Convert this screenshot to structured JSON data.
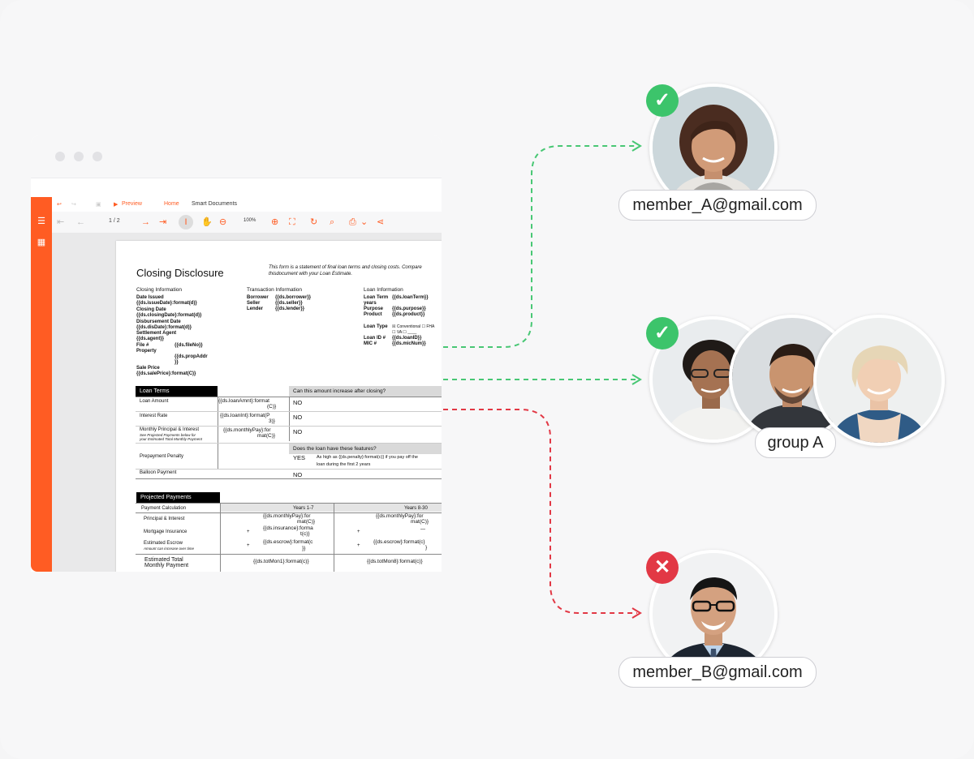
{
  "toolbar": {
    "menu": [
      "Preview",
      "Home",
      "Smart Documents"
    ],
    "page_indicator": "1 / 2",
    "zoom": "100%"
  },
  "document": {
    "title": "Closing Disclosure",
    "intro": [
      "This form is a statement of final loan terms and closing costs. Compare",
      "thisdocument with your Loan Estimate."
    ],
    "closing_info": {
      "heading": "Closing Information",
      "lines": [
        {
          "label": "Date Issued",
          "value": "{{ds.issueDate}:format(d)}"
        },
        {
          "label": "Closing Date",
          "value": "{{ds.closingDate}:format(d)}"
        },
        {
          "label": "Disbursement Date",
          "value": "{{ds.disDate}:format(d)}"
        },
        {
          "label": "Settlement Agent",
          "value": "{{ds.agent}}"
        },
        {
          "label": "File #",
          "value": "{{ds.fileNo}}"
        },
        {
          "label": "Property",
          "value": "{{ds.propAddr"
        },
        {
          "label": "",
          "value": "}}"
        },
        {
          "label": "Sale Price",
          "value": "{{ds.salePrice}:format(C)}"
        }
      ]
    },
    "transaction_info": {
      "heading": "Transaction Information",
      "lines": [
        {
          "label": "Borrower",
          "value": "{{ds.borrower}}"
        },
        {
          "label": "Seller",
          "value": "{{ds.seller}}"
        },
        {
          "label": "Lender",
          "value": "{{ds.lender}}"
        }
      ]
    },
    "loan_info": {
      "heading": "Loan Information",
      "lines": [
        {
          "label": "Loan Term",
          "value": "{{ds.loanTerm}}"
        },
        {
          "label": "years",
          "value": ""
        },
        {
          "label": "Purpose",
          "value": "{{ds.purpose}}"
        },
        {
          "label": "Product",
          "value": "{{ds.product}}"
        },
        {
          "label": "Loan Type",
          "value": "☒ Conventional  ☐ FHA"
        },
        {
          "label": "",
          "value": "☐ VA  ☐ ____"
        },
        {
          "label": "Loan ID #",
          "value": "{{ds.loanID}}"
        },
        {
          "label": "MIC #",
          "value": "{{ds.micNum}}"
        }
      ]
    },
    "loan_terms": {
      "heading": "Loan Terms",
      "question1": "Can this amount increase after closing?",
      "question2": "Does the loan have these features?",
      "rows": [
        {
          "label": "Loan Amount",
          "expr1": "{{ds.loanAmnt}:format",
          "expr2": "(C)}",
          "answer": "NO"
        },
        {
          "label": "Interest Rate",
          "expr1": "{{ds.loanInt}:format(P",
          "expr2": "3)}",
          "answer": "NO"
        },
        {
          "label": "Monthly Principal & Interest",
          "sub1": "See Projected Payments below for",
          "sub2": "your Estimated Total Monthly Payment",
          "expr1": "{{ds.monthlyPay}:for",
          "expr2": "mat(C)}",
          "answer": "NO"
        },
        {
          "label": "Prepayment Penalty",
          "answer": "YES",
          "note1": "As high as {{ds.penalty}:format(c)} if you pay off the",
          "note2": "loan during the first 2 years"
        },
        {
          "label": "Balloon Payment",
          "answer": "NO"
        }
      ]
    },
    "projected": {
      "heading": "Projected Payments",
      "calc_label": "Payment Calculation",
      "col1": "Years 1-7",
      "col2": "Years 8-30",
      "rows": [
        {
          "label": "Principal & Interest",
          "c1a": "{{ds.monthlyPay}:for",
          "c1b": "mat(C)}",
          "c2a": "{{ds.monthlyPay}:for",
          "c2b": "mat(C)}"
        },
        {
          "label": "Mortgage Insurance",
          "plus": "+",
          "c1a": "{{ds.insurance}:forma",
          "c1b": "t(c)}",
          "c2a": "—"
        },
        {
          "label": "Estimated Escrow",
          "sub": "Amount can increase over time",
          "plus": "+",
          "c1a": "{{ds.escrow}:format(c",
          "c1b": "}}",
          "c2a": "{{ds.escrow}:format(c}",
          "c2b": "}"
        }
      ],
      "total_label1": "Estimated Total",
      "total_label2": "Monthly Payment",
      "total1": "{{ds.totMon1}:format(c)}",
      "total2": "{{ds.totMon8}:format(c)}"
    }
  },
  "recipients": {
    "member_a": {
      "email": "member_A@gmail.com",
      "status": "approved"
    },
    "group_a": {
      "label": "group A",
      "status": "approved"
    },
    "member_b": {
      "email": "member_B@gmail.com",
      "status": "denied"
    }
  },
  "colors": {
    "accent": "#ff5c23",
    "approve": "#3cc46b",
    "deny": "#e23845"
  },
  "icons": [
    "menu-icon",
    "grid-icon",
    "first-page-icon",
    "prev-icon",
    "next-icon",
    "last-page-icon",
    "text-select-icon",
    "hand-icon",
    "zoom-out-icon",
    "zoom-in-icon",
    "fit-icon",
    "rotate-icon",
    "search-icon",
    "print-icon",
    "share-icon",
    "check-icon",
    "cross-icon"
  ]
}
